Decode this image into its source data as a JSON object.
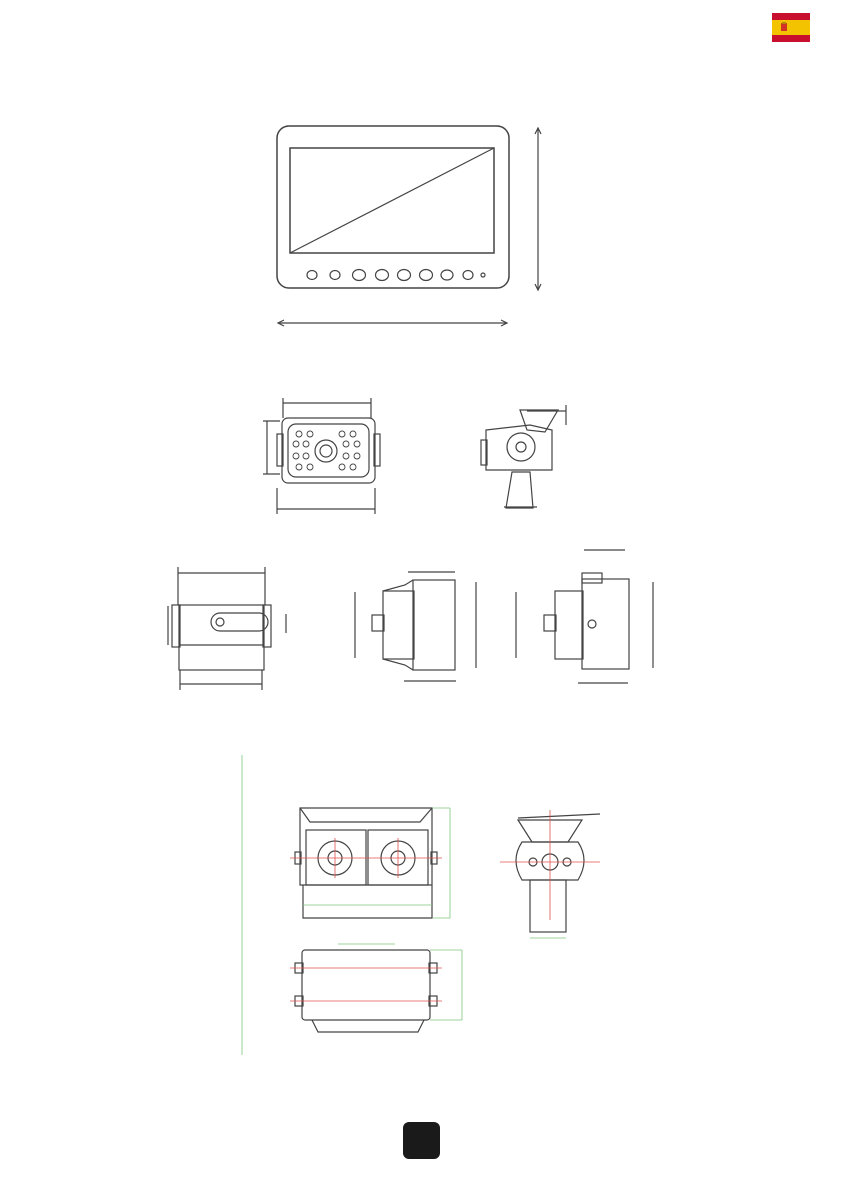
{
  "language_flag": {
    "icon": "spain-flag-icon",
    "colors": {
      "red": "#c8102e",
      "yellow": "#f4c300"
    }
  },
  "drawings": {
    "monitor": {
      "icon": "monitor-dimension-drawing"
    },
    "camera_single_front": {
      "icon": "camera-front-dimension-drawing"
    },
    "camera_single_side": {
      "icon": "camera-side-bracket-drawing"
    },
    "camera_single_top": {
      "icon": "camera-top-dimension-drawing"
    },
    "camera_single_side_a": {
      "icon": "camera-side-view-a-drawing"
    },
    "camera_single_side_b": {
      "icon": "camera-side-view-b-drawing"
    },
    "camera_double_front": {
      "icon": "double-camera-front-drawing"
    },
    "camera_double_side": {
      "icon": "double-camera-side-drawing"
    },
    "camera_double_top": {
      "icon": "double-camera-top-drawing"
    },
    "accent_colors": {
      "line": "#444444",
      "dimension_green": "#7cc47c",
      "center_red": "#e05050"
    }
  },
  "page_number": {
    "label": ""
  }
}
